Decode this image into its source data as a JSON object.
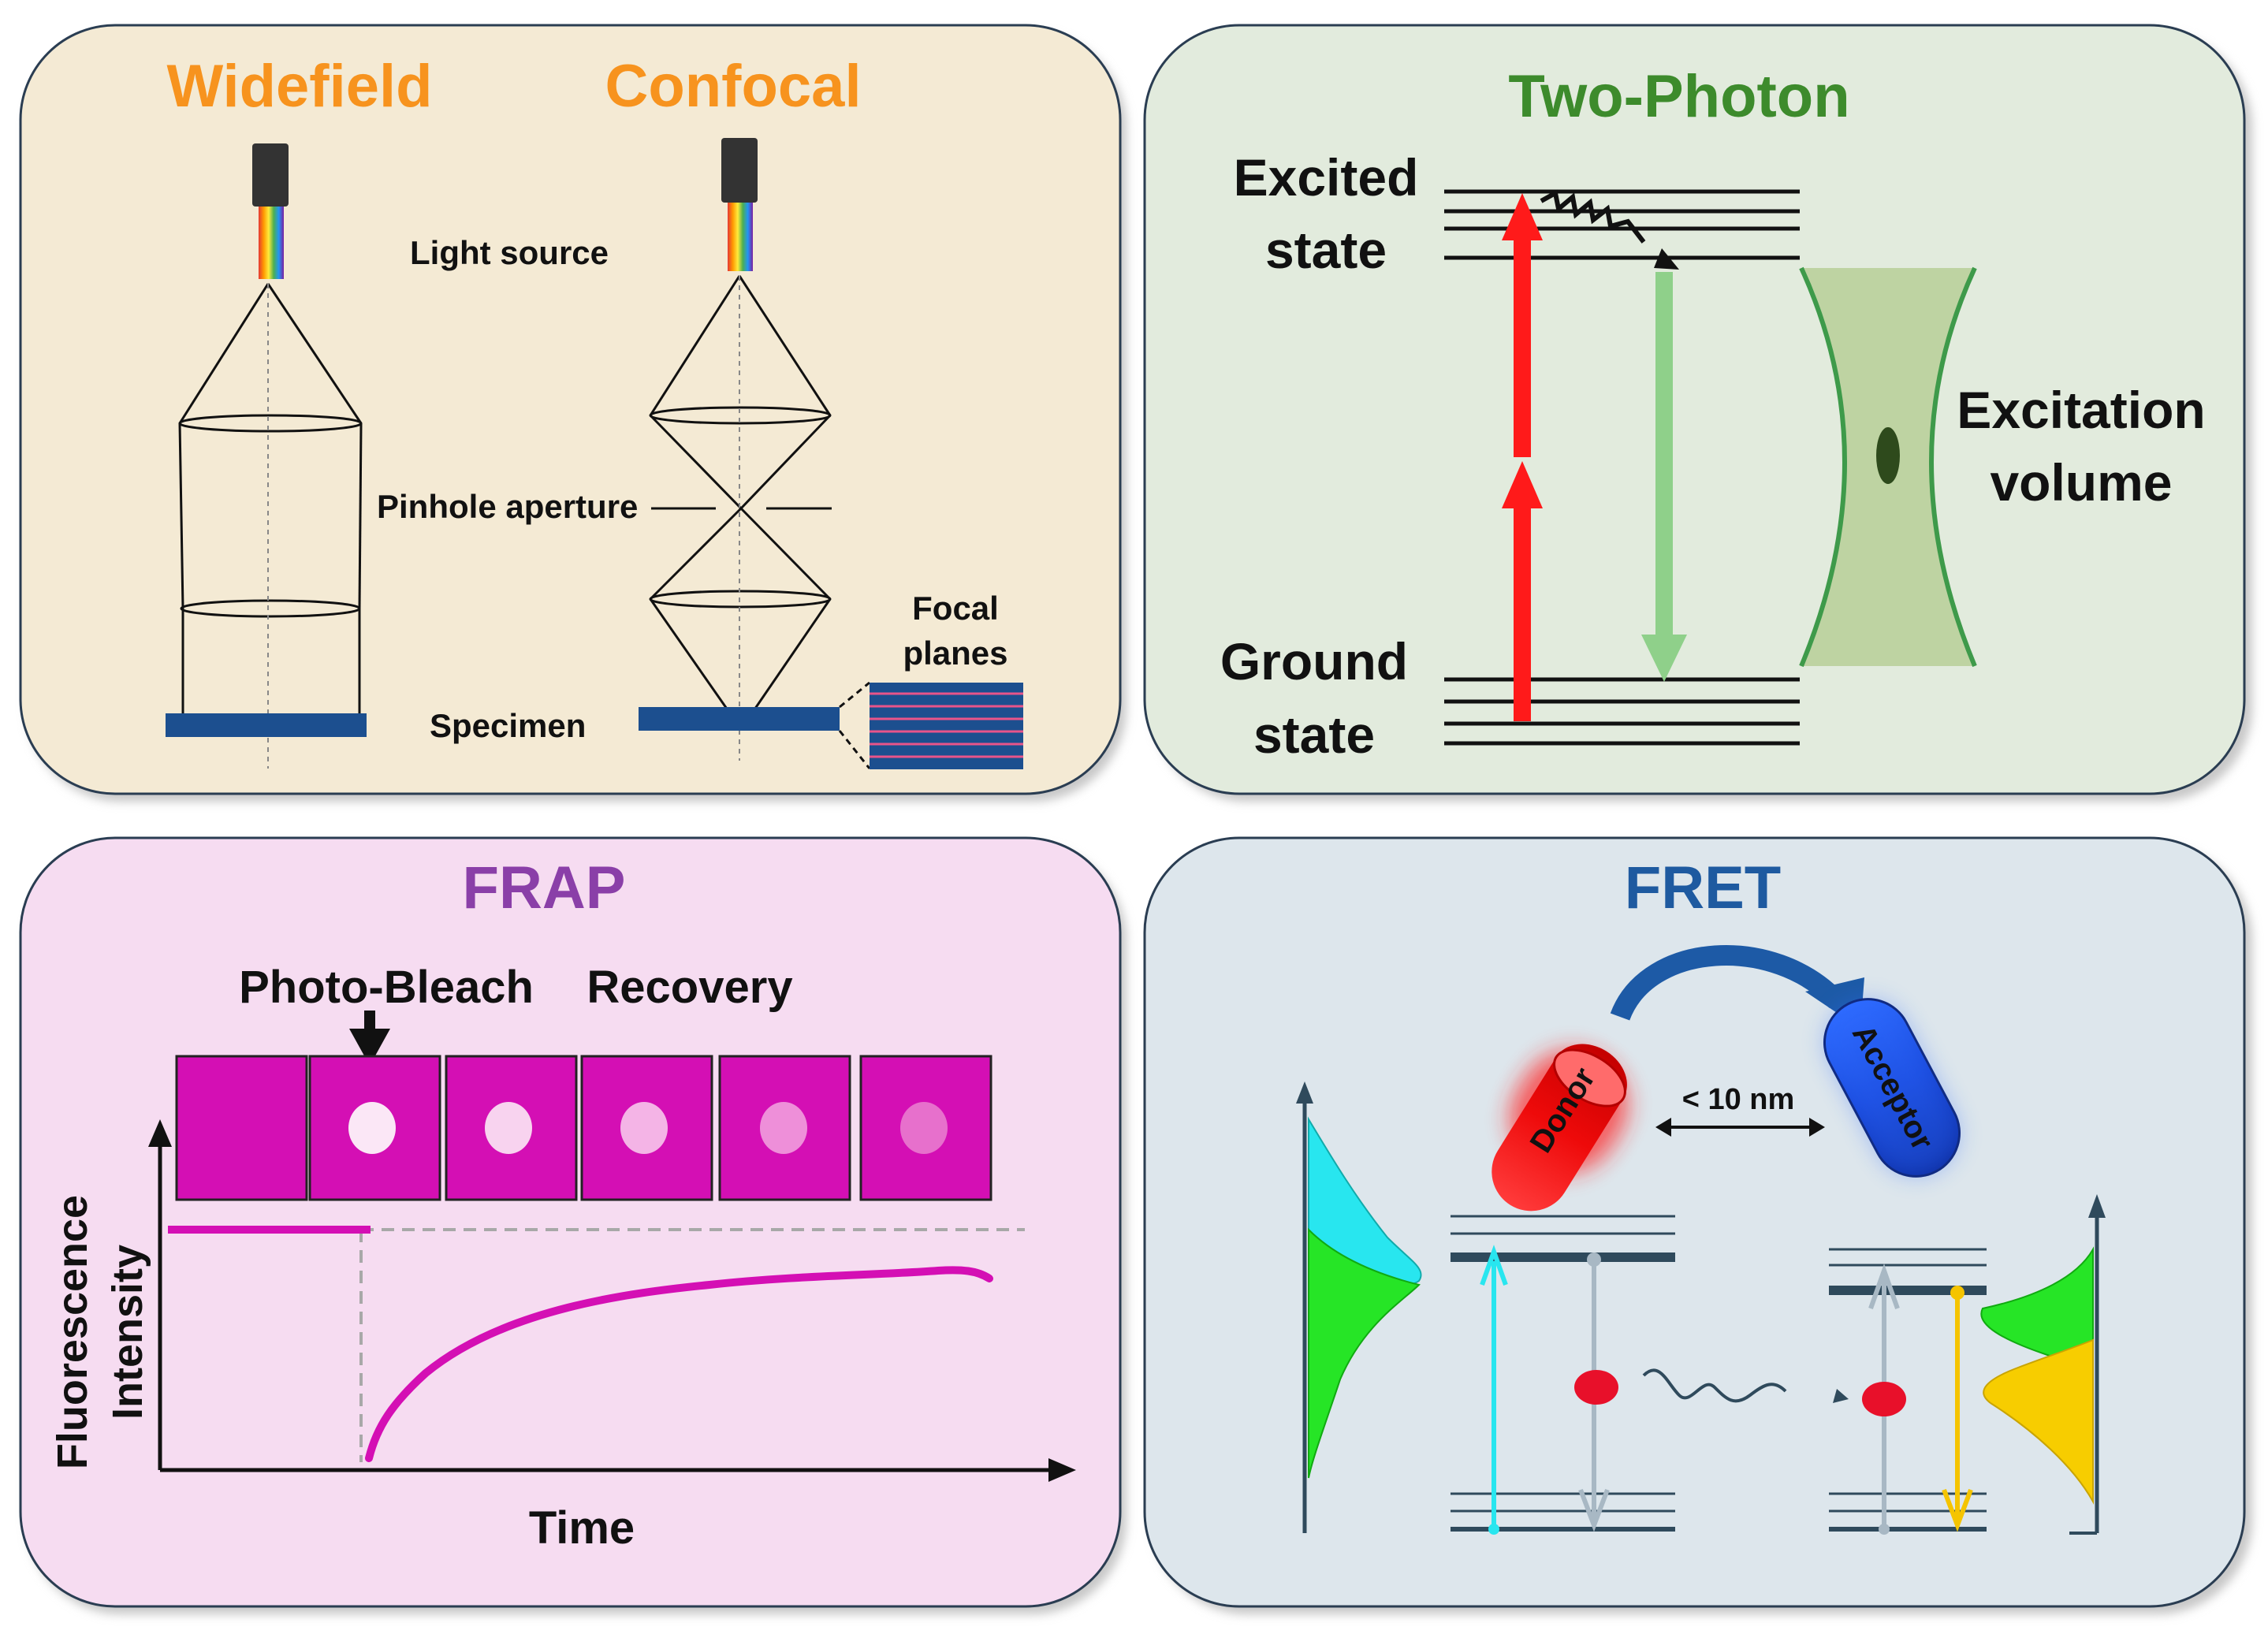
{
  "colors": {
    "widefield_confocal_bg": "#f4ead4",
    "two_photon_bg": "#e2ebdd",
    "frap_bg": "#f6dcf1",
    "fret_bg": "#dde6ec",
    "orange_title": "#f7931e",
    "green_title": "#3d8b2c",
    "purple_title": "#8a3fa8",
    "blue_title": "#1e5aa0",
    "magenta": "#d40fb4",
    "specimen_blue": "#1c4f8f",
    "red_arrow": "#ff1a1a",
    "green_arrow": "#8fd08a"
  },
  "panel_microscopy": {
    "title_widefield": "Widefield",
    "title_confocal": "Confocal",
    "light_source": "Light source",
    "pinhole_aperture": "Pinhole aperture",
    "specimen": "Specimen",
    "focal_planes_line1": "Focal",
    "focal_planes_line2": "planes"
  },
  "panel_two_photon": {
    "title": "Two-Photon",
    "excited_line1": "Excited",
    "excited_line2": "state",
    "ground_line1": "Ground",
    "ground_line2": "state",
    "volume_line1": "Excitation",
    "volume_line2": "volume"
  },
  "panel_frap": {
    "title": "FRAP",
    "photo_bleach": "Photo-Bleach",
    "recovery": "Recovery",
    "ylabel_line1": "Fluorescence",
    "ylabel_line2": "Intensity",
    "xlabel": "Time"
  },
  "panel_fret": {
    "title": "FRET",
    "donor": "Donor",
    "acceptor": "Acceptor",
    "distance": "< 10 nm"
  }
}
